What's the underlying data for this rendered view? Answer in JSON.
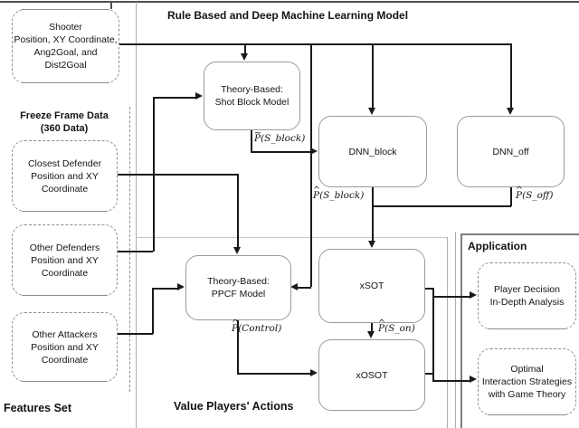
{
  "panels": {
    "ml_title": "Rule Based and Deep Machine Learning Model",
    "features_title": "Features Set",
    "value_title": "Value Players' Actions",
    "application_title": "Application",
    "freeze_frame_title": [
      "Freeze Frame Data",
      "(360 Data)"
    ]
  },
  "boxes": {
    "shooter": [
      "Shooter",
      "Position, XY Coordinate,",
      "Ang2Goal, and",
      "Dist2Goal"
    ],
    "closest_defender": [
      "Closest Defender",
      "Position and XY",
      "Coordinate"
    ],
    "other_defenders": [
      "Other Defenders",
      "Position and XY",
      "Coordinate"
    ],
    "other_attackers": [
      "Other Attackers",
      "Position and XY",
      "Coordinate"
    ],
    "shot_block": [
      "Theory-Based:",
      "Shot Block Model"
    ],
    "dnn_block": [
      "DNN_block"
    ],
    "dnn_off": [
      "DNN_off"
    ],
    "ppcf": [
      "Theory-Based:",
      "PPCF Model"
    ],
    "xsot": [
      "xSOT"
    ],
    "xosot": [
      "xOSOT"
    ],
    "player_decision": [
      "Player Decision",
      "In-Depth Analysis"
    ],
    "optimal_interaction": [
      "Optimal",
      "Interaction Strategies",
      "with Game Theory"
    ]
  },
  "prob_labels": {
    "shot_block_out": {
      "accent": "~",
      "text": "P(S_block)"
    },
    "dnn_block_out": {
      "accent": "^",
      "text": "P(S_block)"
    },
    "dnn_off_out": {
      "accent": "^",
      "text": "P(S_off)"
    },
    "ppcf_out": {
      "accent": "^",
      "text": "P(Control)"
    },
    "xsot_out": {
      "accent": "^",
      "text": "P(S_on)"
    }
  },
  "colors": {
    "connector": "#1a1a1a",
    "box_border": "#9b9b9b",
    "divider": "#b3b3b3",
    "text": "#141414"
  }
}
